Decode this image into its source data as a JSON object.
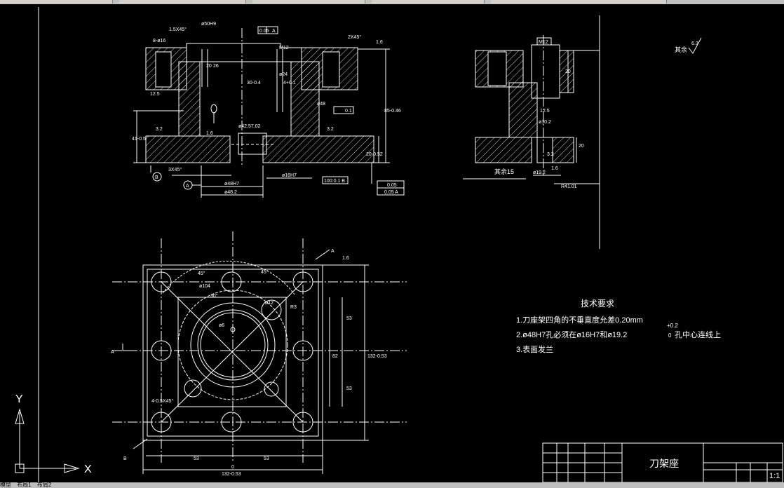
{
  "tabs": [
    "模型",
    "布局1",
    "布局2"
  ],
  "ucs": {
    "x": "X",
    "y": "Y"
  },
  "roughness_note": {
    "label": "其余",
    "value": "6.3"
  },
  "title_block": {
    "name": "刀架座",
    "scale": "1:1"
  },
  "tech_requirements": {
    "title": "技术要求",
    "items": [
      "1.刀座架四角的不垂直度允差0.20mm",
      "2.ø48H7孔必须在ø16H7和ø19.2",
      "3.表面发兰"
    ],
    "item2_tail": "孔中心连线上",
    "tol_upper": "+0.2",
    "tol_lower": "0"
  },
  "dims_front": [
    "1.5X45°",
    "ø50H9",
    "0.05",
    "A",
    "2X45°",
    "1.6",
    "8-ø16",
    "12.5",
    "20",
    "26",
    "ø24",
    "30-0.4",
    "4+0.1",
    "85-0.46",
    "ø42.57.02",
    "3.2",
    "41-0.5",
    "1.6",
    "3X45°",
    "B",
    "A",
    "ø48H7",
    "ø48.2",
    "ø16H7",
    "100:0.1 B",
    "0.05",
    "0.05 A",
    "20-0.52",
    "ø48",
    "0.1",
    "M12",
    "3.2"
  ],
  "dims_side": [
    "M12",
    "20",
    "12.5",
    "ø10.2",
    "3.2",
    "20",
    "ø19.2",
    "1.6",
    "R41.01",
    "其余15"
  ],
  "dims_plan": [
    "A",
    "1.6",
    "45°",
    "45°",
    "ø104",
    "30°",
    "ø12",
    "ø6",
    "R3",
    "53",
    "53",
    "82",
    "132-0.53",
    "4-0.5X45°",
    "A",
    "B",
    "53",
    "53",
    "0",
    "132-0.53"
  ]
}
